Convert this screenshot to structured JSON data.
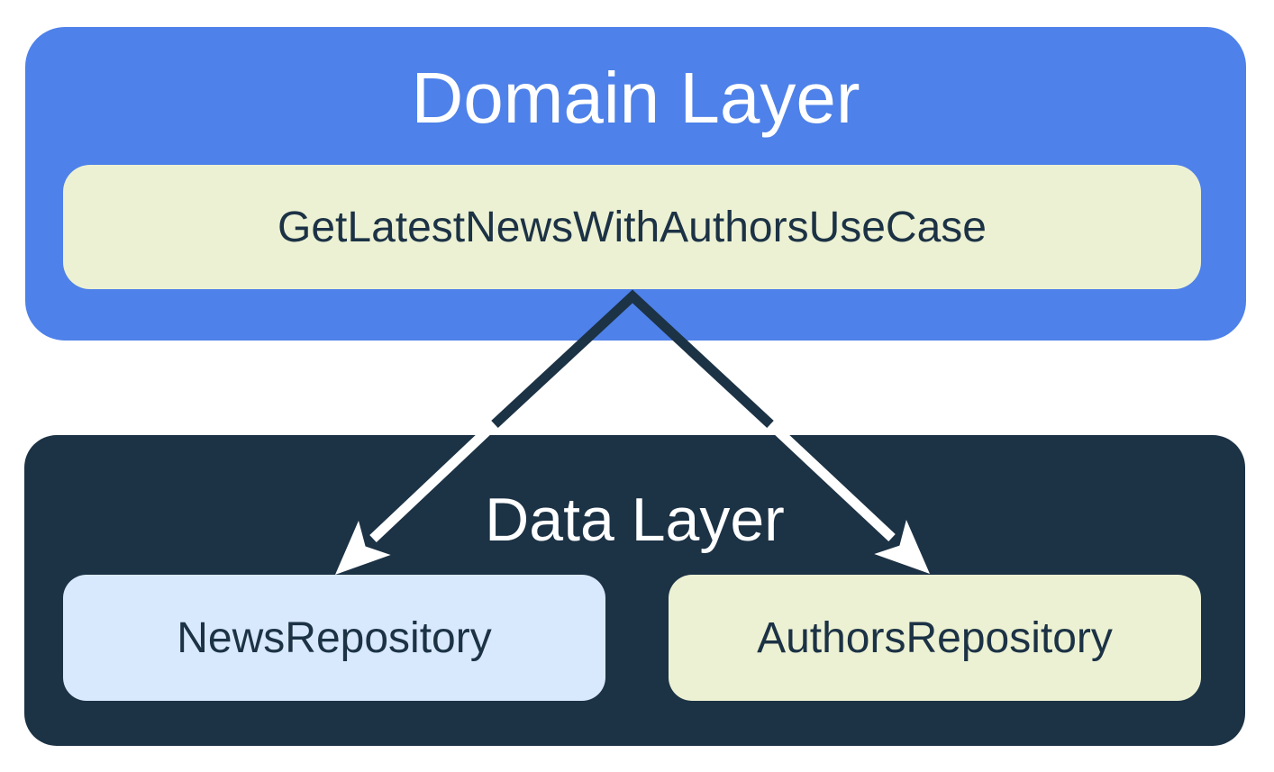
{
  "diagram": {
    "domain_layer": {
      "title": "Domain Layer",
      "nodes": [
        {
          "label": "GetLatestNewsWithAuthorsUseCase"
        }
      ]
    },
    "data_layer": {
      "title": "Data Layer",
      "nodes": [
        {
          "label": "NewsRepository"
        },
        {
          "label": "AuthorsRepository"
        }
      ]
    },
    "arrows": [
      {
        "name": "usecase-to-news-repository",
        "from": "GetLatestNewsWithAuthorsUseCase",
        "to": "NewsRepository"
      },
      {
        "name": "usecase-to-authors-repository",
        "from": "GetLatestNewsWithAuthorsUseCase",
        "to": "AuthorsRepository"
      }
    ],
    "colors": {
      "domain_layer_bg": "#4E81E9",
      "data_layer_bg": "#1C3245",
      "usecase_node_bg": "#ECF1D3",
      "news_node_bg": "#D9E9FD",
      "authors_node_bg": "#ECF1D3",
      "title_text": "#FFFFFF",
      "node_text": "#1C3245",
      "arrow_dark_segment": "#1C3245",
      "arrow_light_segment": "#FFFFFF"
    }
  }
}
